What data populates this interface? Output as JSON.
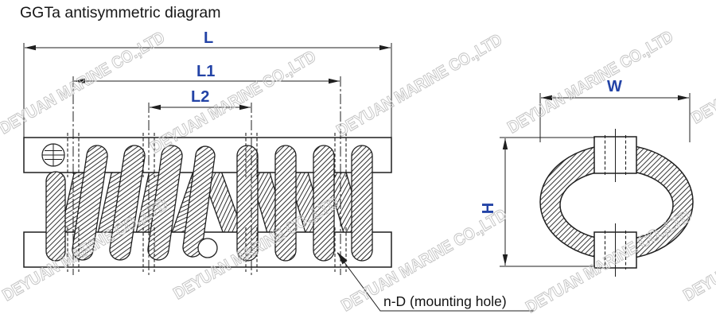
{
  "title": "GGTa antisymmetric diagram",
  "watermark": {
    "text": "DEYUAN MARINE CO.,LTD",
    "color": "#c6c6c6"
  },
  "colors": {
    "line": "#1f1f1f",
    "dim_label": "#2343a6",
    "background": "#ffffff"
  },
  "front_view": {
    "dims": {
      "overall_length": "L",
      "outer_hole_spacing": "L1",
      "inner_hole_spacing": "L2"
    },
    "callout": "n-D (mounting hole)"
  },
  "side_view": {
    "dims": {
      "width": "W",
      "height": "H"
    }
  }
}
